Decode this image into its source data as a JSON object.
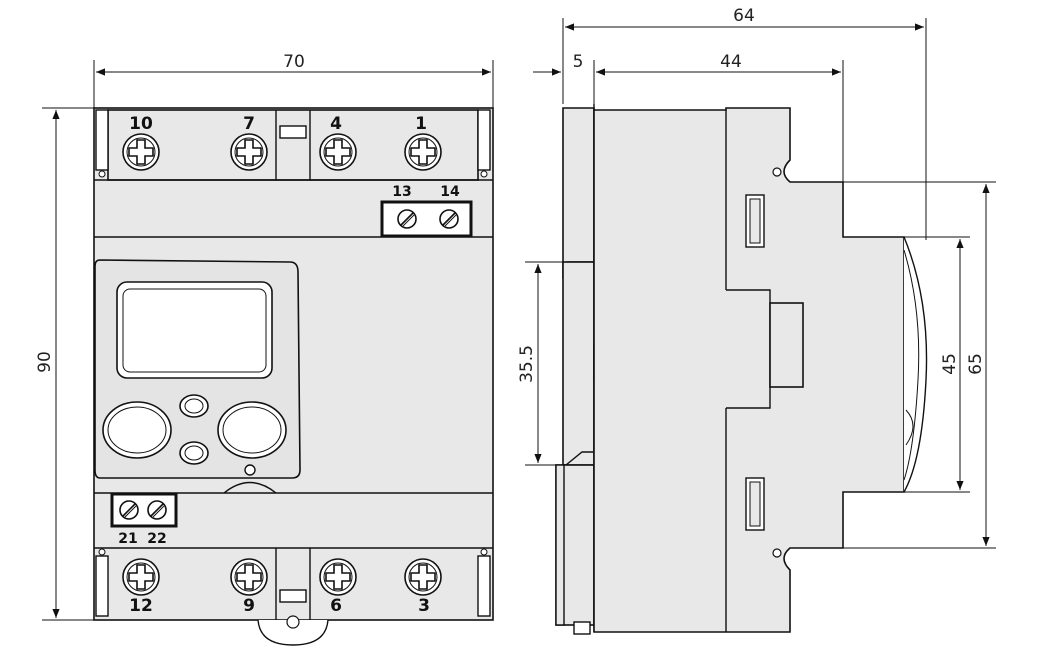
{
  "front_view": {
    "width_label": "70",
    "height_label": "90",
    "top_terminals": [
      "10",
      "7",
      "4",
      "1"
    ],
    "bottom_terminals": [
      "12",
      "9",
      "6",
      "3"
    ],
    "aux_top_terminals": [
      "13",
      "14"
    ],
    "aux_bottom_terminals": [
      "21",
      "22"
    ]
  },
  "side_view": {
    "overall_depth_label": "64",
    "front_offset_label": "5",
    "body_depth_label": "44",
    "front_height_label": "35.5",
    "rail_height_label": "45",
    "body_height_label": "65"
  },
  "colors": {
    "body": "#e8e8e8",
    "line": "#111111"
  }
}
